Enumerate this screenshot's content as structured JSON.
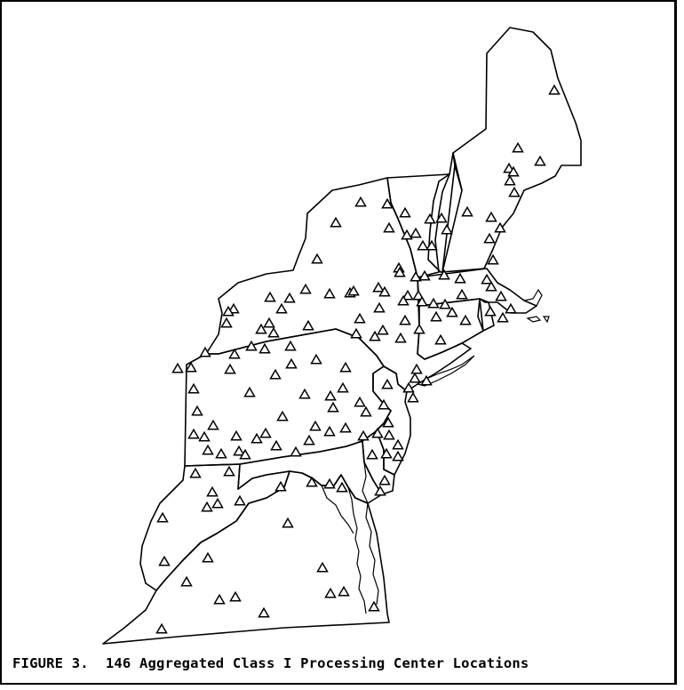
{
  "figure": {
    "caption": "FIGURE 3.  146 Aggregated Class I Processing Center Locations"
  },
  "map": {
    "marker_symbol": "triangle",
    "marker_count": 146,
    "regions": [
      "Maine",
      "New Hampshire",
      "Vermont",
      "Massachusetts",
      "Rhode Island",
      "Connecticut",
      "New York",
      "New Jersey",
      "Pennsylvania",
      "Delaware",
      "Maryland",
      "West Virginia",
      "Virginia"
    ]
  },
  "colors": {
    "ink": "#000000",
    "background": "#ffffff"
  }
}
